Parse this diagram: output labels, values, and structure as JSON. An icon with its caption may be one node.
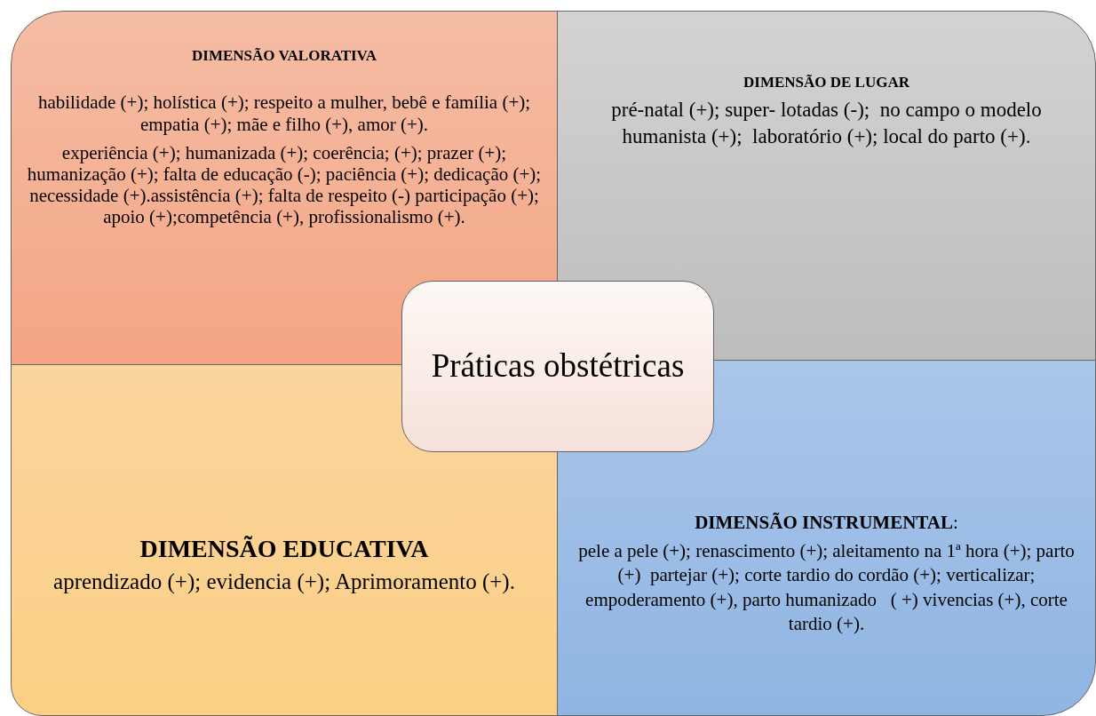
{
  "diagram": {
    "nodes": [
      {
        "text": [
          "DIMENSÃO VALORATIVA",
          "habilidade (+); holística (+); respeito a mulher, bebê e família (+); empatia (+); mãe e filho (+), amor (+).",
          "experiência (+); humanizada (+); coerência; (+); prazer (+); humanização (+); falta de educação (-); paciência (+); dedicação (+); necessidade (+).assistência (+); falta de respeito (-) participação (+); apoio (+);competência (+), profissionalismo (+)."
        ]
      },
      {
        "text": [
          "DIMENSÃO DE LUGAR",
          "pré-natal (+); super- lotadas (-);  no campo o modelo humanista (+);  laboratório (+); local do parto (+)."
        ]
      },
      {
        "text": [
          "DIMENSÃO EDUCATIVA",
          "aprendizado (+); evidencia (+); Aprimoramento (+)."
        ]
      },
      {
        "text": [
          "**DIMENSÃO INSTRUMENTAL**:",
          "pele a pele (+); renascimento (+); aleitamento na 1ª hora (+); parto (+)  partejar (+); corte tardio do cordão (+); verticalizar; empoderamento (+), parto humanizado   ( +) vivencias (+), corte tardio (+)."
        ]
      },
      {
        "text": [
          "Práticas obstétricas"
        ]
      }
    ],
    "edges": []
  }
}
